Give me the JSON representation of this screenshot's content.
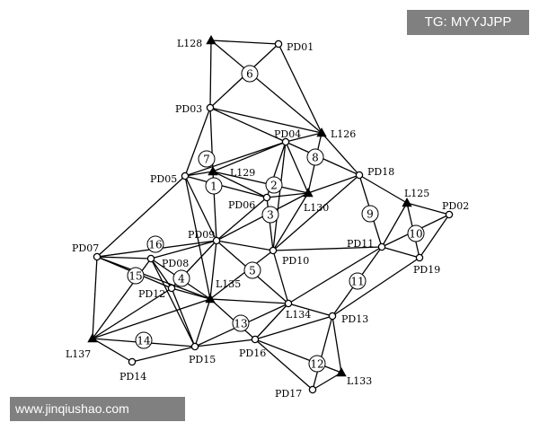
{
  "watermarks": {
    "top_right": "TG: MYYJJPP",
    "bottom_left": "www.jinqiushao.com"
  },
  "nodes": [
    {
      "id": "L128",
      "label": "L128",
      "kind": "control"
    },
    {
      "id": "PD01",
      "label": "PD01",
      "kind": "point"
    },
    {
      "id": "PD03",
      "label": "PD03",
      "kind": "point"
    },
    {
      "id": "L126",
      "label": "L126",
      "kind": "control"
    },
    {
      "id": "PD04",
      "label": "PD04",
      "kind": "point"
    },
    {
      "id": "L129",
      "label": "L129",
      "kind": "control"
    },
    {
      "id": "PD05",
      "label": "PD05",
      "kind": "point"
    },
    {
      "id": "PD18",
      "label": "PD18",
      "kind": "point"
    },
    {
      "id": "PD06",
      "label": "PD06",
      "kind": "point"
    },
    {
      "id": "L130",
      "label": "L130",
      "kind": "control"
    },
    {
      "id": "L125",
      "label": "L125",
      "kind": "control"
    },
    {
      "id": "PD02",
      "label": "PD02",
      "kind": "point"
    },
    {
      "id": "PD09",
      "label": "PD09",
      "kind": "point"
    },
    {
      "id": "PD11",
      "label": "PD11",
      "kind": "point"
    },
    {
      "id": "PD07",
      "label": "PD07",
      "kind": "point"
    },
    {
      "id": "PD08",
      "label": "PD08",
      "kind": "point"
    },
    {
      "id": "PD10",
      "label": "PD10",
      "kind": "point"
    },
    {
      "id": "PD19",
      "label": "PD19",
      "kind": "point"
    },
    {
      "id": "PD12",
      "label": "PD12",
      "kind": "point"
    },
    {
      "id": "L135",
      "label": "L135",
      "kind": "control"
    },
    {
      "id": "L134",
      "label": "L134",
      "kind": "point"
    },
    {
      "id": "PD13",
      "label": "PD13",
      "kind": "point"
    },
    {
      "id": "L137",
      "label": "L137",
      "kind": "control"
    },
    {
      "id": "PD16",
      "label": "PD16",
      "kind": "point"
    },
    {
      "id": "PD15",
      "label": "PD15",
      "kind": "point"
    },
    {
      "id": "PD14",
      "label": "PD14",
      "kind": "point"
    },
    {
      "id": "L133",
      "label": "L133",
      "kind": "control"
    },
    {
      "id": "PD17",
      "label": "PD17",
      "kind": "point"
    }
  ],
  "edges": [
    [
      "L128",
      "PD01"
    ],
    [
      "L128",
      "PD03"
    ],
    [
      "L128",
      "L126"
    ],
    [
      "PD01",
      "L126"
    ],
    [
      "PD01",
      "PD03"
    ],
    [
      "PD03",
      "L126"
    ],
    [
      "PD03",
      "PD04"
    ],
    [
      "PD03",
      "PD05"
    ],
    [
      "PD03",
      "L129"
    ],
    [
      "L126",
      "PD04"
    ],
    [
      "L126",
      "L130"
    ],
    [
      "L126",
      "PD18"
    ],
    [
      "PD04",
      "PD05"
    ],
    [
      "PD04",
      "L129"
    ],
    [
      "PD04",
      "PD06"
    ],
    [
      "PD04",
      "L130"
    ],
    [
      "PD04",
      "PD18"
    ],
    [
      "PD04",
      "PD10"
    ],
    [
      "L129",
      "PD06"
    ],
    [
      "L129",
      "L130"
    ],
    [
      "L129",
      "PD09"
    ],
    [
      "L129",
      "PD05"
    ],
    [
      "PD05",
      "PD06"
    ],
    [
      "PD05",
      "PD09"
    ],
    [
      "PD05",
      "PD07"
    ],
    [
      "PD05",
      "L135"
    ],
    [
      "PD06",
      "L130"
    ],
    [
      "PD06",
      "PD09"
    ],
    [
      "PD06",
      "PD10"
    ],
    [
      "L130",
      "PD18"
    ],
    [
      "L130",
      "PD10"
    ],
    [
      "L130",
      "PD09"
    ],
    [
      "PD18",
      "PD10"
    ],
    [
      "PD18",
      "PD11"
    ],
    [
      "PD18",
      "L125"
    ],
    [
      "L125",
      "PD11"
    ],
    [
      "L125",
      "PD19"
    ],
    [
      "L125",
      "PD02"
    ],
    [
      "PD02",
      "PD11"
    ],
    [
      "PD02",
      "PD19"
    ],
    [
      "PD11",
      "PD10"
    ],
    [
      "PD11",
      "L134"
    ],
    [
      "PD11",
      "PD19"
    ],
    [
      "PD11",
      "PD13"
    ],
    [
      "PD19",
      "PD13"
    ],
    [
      "PD09",
      "PD10"
    ],
    [
      "PD09",
      "PD08"
    ],
    [
      "PD09",
      "L135"
    ],
    [
      "PD09",
      "L134"
    ],
    [
      "PD09",
      "PD07"
    ],
    [
      "PD09",
      "PD12"
    ],
    [
      "PD10",
      "L134"
    ],
    [
      "PD10",
      "L135"
    ],
    [
      "PD07",
      "PD08"
    ],
    [
      "PD07",
      "L137"
    ],
    [
      "PD07",
      "PD12"
    ],
    [
      "PD07",
      "L135"
    ],
    [
      "PD08",
      "PD12"
    ],
    [
      "PD08",
      "L135"
    ],
    [
      "PD08",
      "L137"
    ],
    [
      "PD08",
      "PD15"
    ],
    [
      "PD12",
      "L137"
    ],
    [
      "PD12",
      "PD15"
    ],
    [
      "PD12",
      "L135"
    ],
    [
      "L135",
      "L134"
    ],
    [
      "L135",
      "PD16"
    ],
    [
      "L135",
      "PD15"
    ],
    [
      "L135",
      "L137"
    ],
    [
      "L134",
      "PD13"
    ],
    [
      "L134",
      "PD16"
    ],
    [
      "L134",
      "PD15"
    ],
    [
      "PD13",
      "PD16"
    ],
    [
      "PD13",
      "L133"
    ],
    [
      "PD13",
      "PD17"
    ],
    [
      "PD16",
      "L133"
    ],
    [
      "PD16",
      "PD17"
    ],
    [
      "PD16",
      "PD15"
    ],
    [
      "L137",
      "PD15"
    ],
    [
      "L137",
      "PD14"
    ],
    [
      "PD14",
      "PD15"
    ],
    [
      "L133",
      "PD17"
    ]
  ],
  "regions": [
    "1",
    "2",
    "3",
    "4",
    "5",
    "6",
    "7",
    "8",
    "9",
    "10",
    "11",
    "12",
    "13",
    "14",
    "15",
    "16"
  ]
}
